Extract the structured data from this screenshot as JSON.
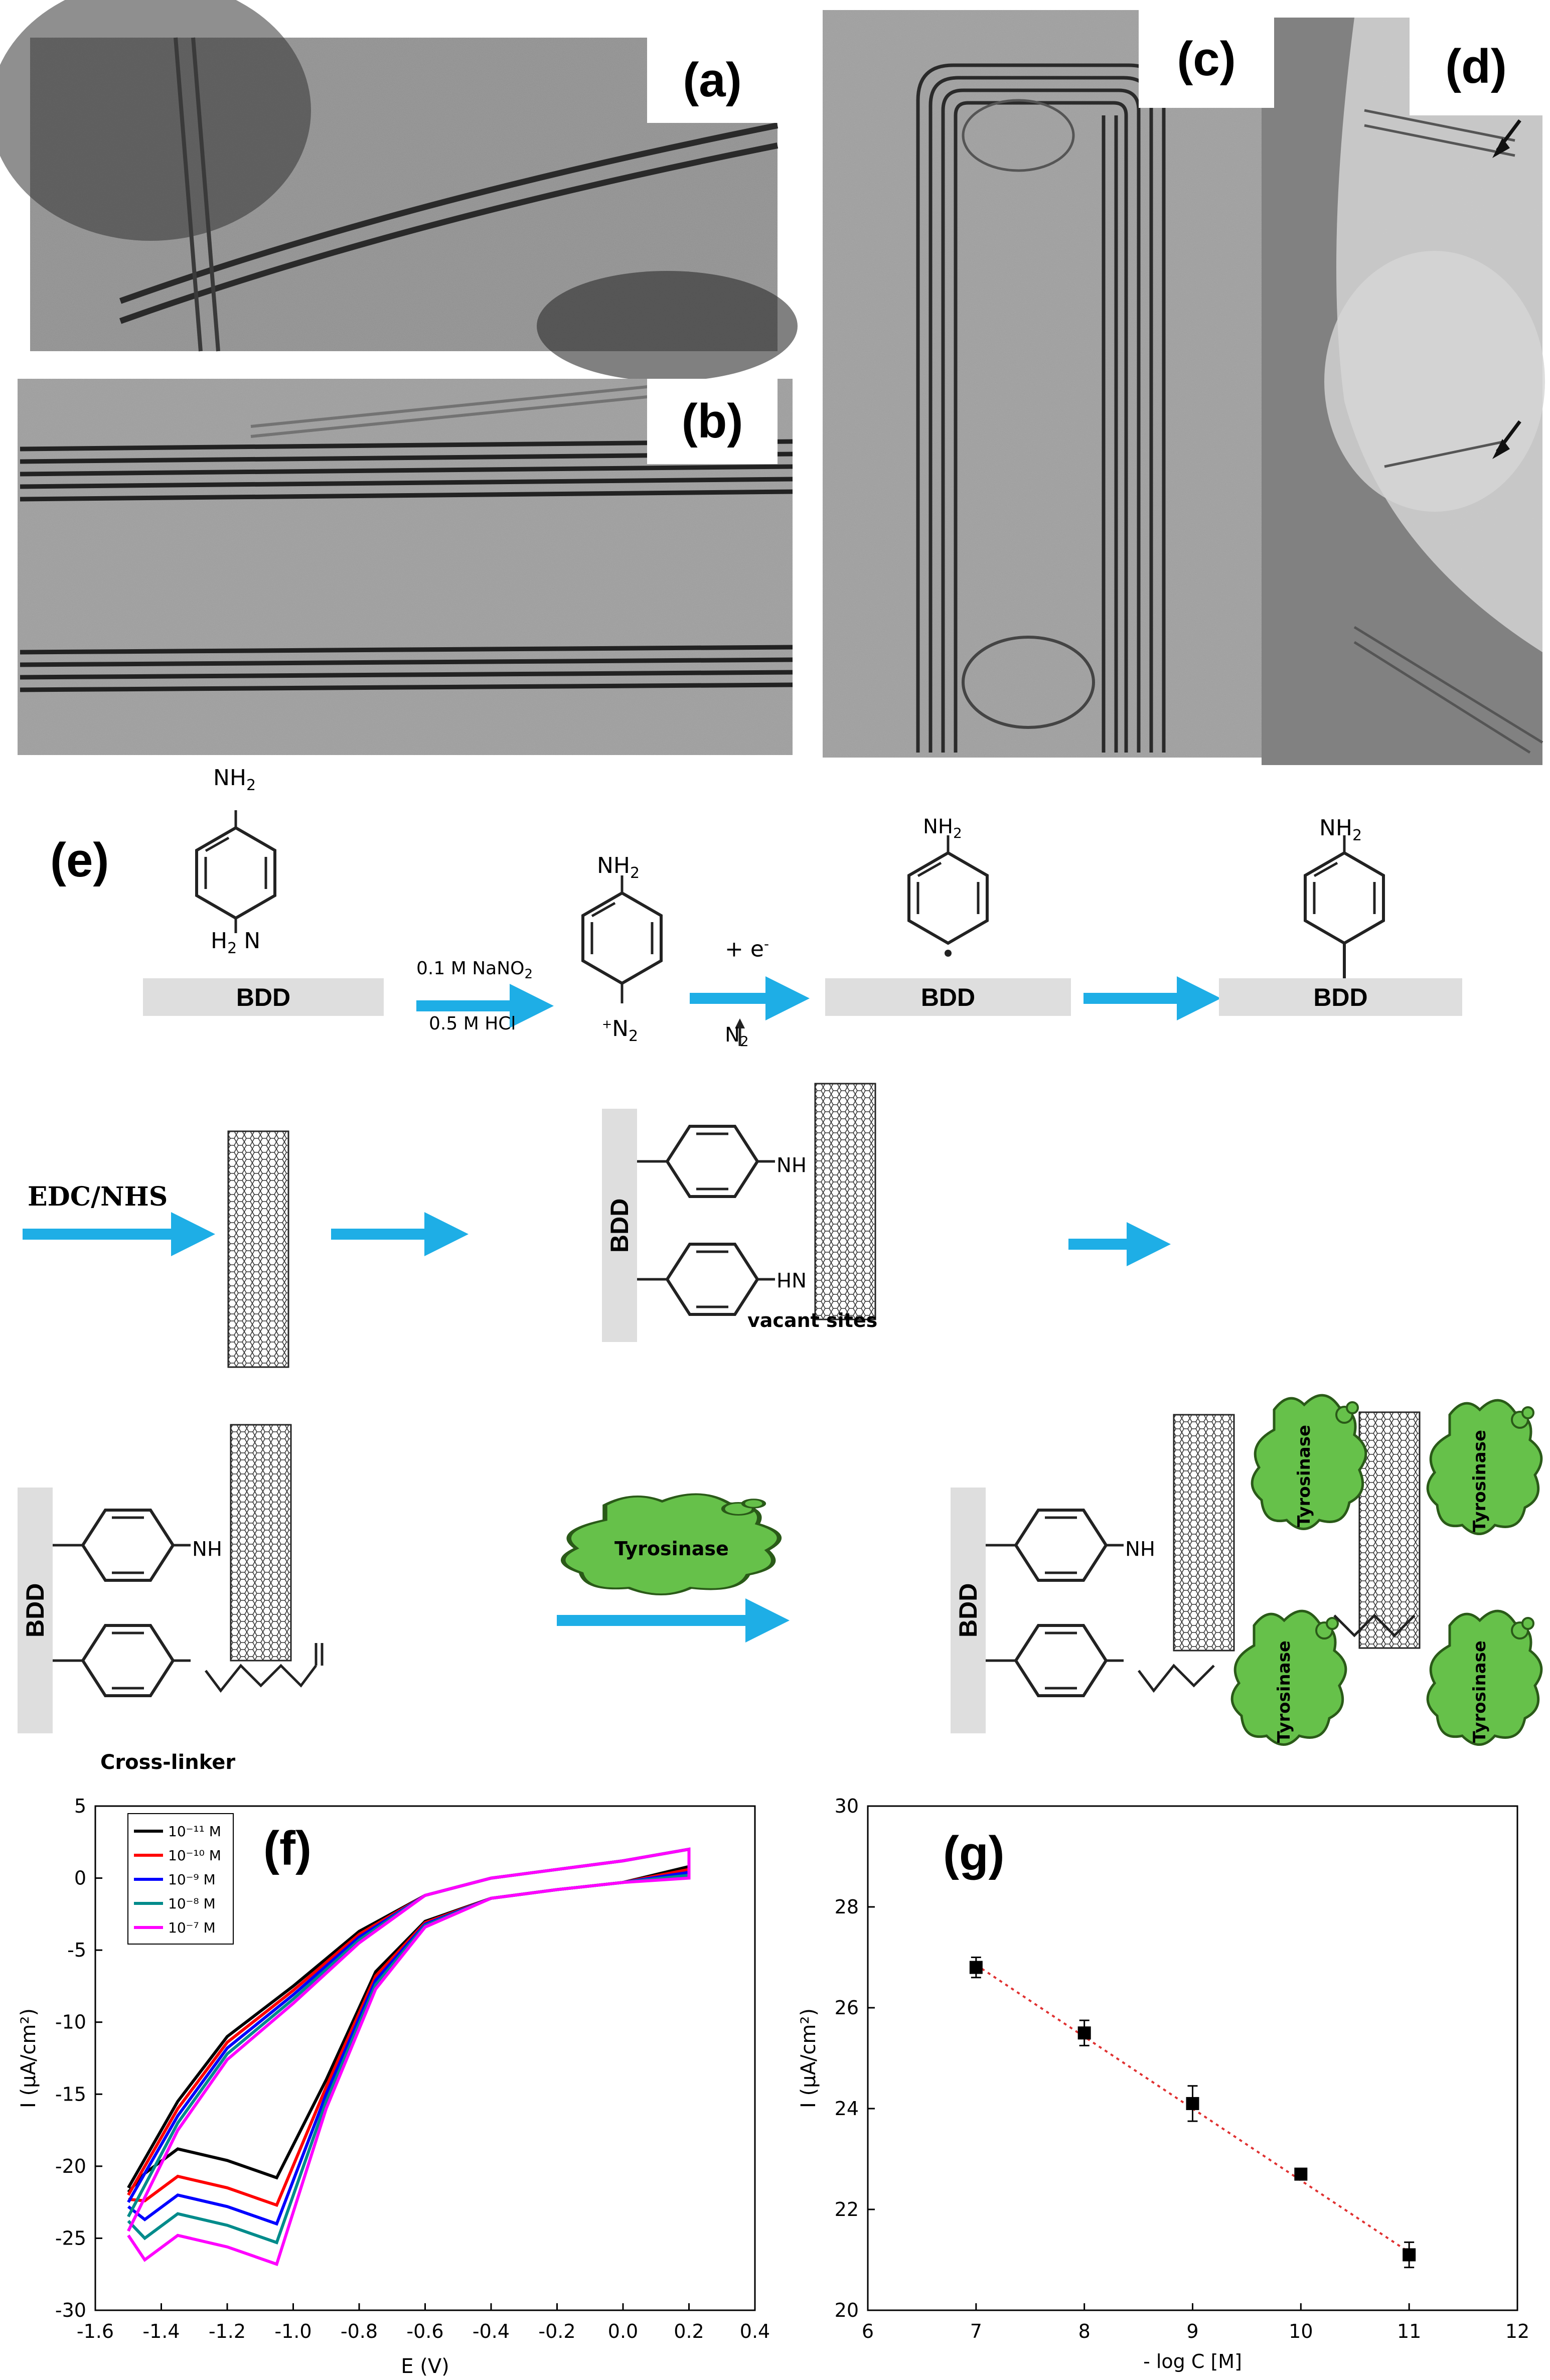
{
  "panels": {
    "a": "(a)",
    "b": "(b)",
    "c": "(c)",
    "d": "(d)",
    "e": "(e)",
    "f": "(f)",
    "g": "(g)"
  },
  "scheme": {
    "nh2": "NH",
    "nh2_sub": "2",
    "h2n": "H",
    "h2n_sub": "2",
    "h2n_n": "N",
    "bdd": "BDD",
    "reagent1": "0.1 M NaNO",
    "reagent1_sub": "2",
    "reagent2": "0.5 M HCl",
    "diazonium": "N",
    "diazonium_sub": "2",
    "electron": "+ e",
    "electron_sup": "-",
    "n2_release": "N",
    "n2_release_sub": "2",
    "edc_nhs": "EDC/NHS",
    "vacant_sites": "vacant sites",
    "hn": "HN",
    "tyrosinase": "Tyrosinase",
    "cross_linker": "Cross-linker"
  },
  "chart_data": [
    {
      "panel": "f",
      "type": "line",
      "xlabel": "E (V)",
      "ylabel": "I (µA/cm²)",
      "xlim": [
        -1.6,
        0.4
      ],
      "ylim": [
        -30,
        5
      ],
      "xticks": [
        "-1.6",
        "-1.4",
        "-1.2",
        "-1.0",
        "-0.8",
        "-0.6",
        "-0.4",
        "-0.2",
        "0.0",
        "0.2",
        "0.4"
      ],
      "yticks": [
        "5",
        "0",
        "-5",
        "-10",
        "-15",
        "-20",
        "-25",
        "-30"
      ],
      "legend_position": "top-left",
      "series": [
        {
          "name": "10⁻¹¹ M",
          "color": "#000000",
          "peak": -20.8,
          "upper_at_-1.5": -21.5
        },
        {
          "name": "10⁻¹⁰ M",
          "color": "#ff0000",
          "peak": -22.7,
          "upper_at_-1.5": -22.0
        },
        {
          "name": "10⁻⁹ M",
          "color": "#0000ff",
          "peak": -24.0,
          "upper_at_-1.5": -22.5
        },
        {
          "name": "10⁻⁸ M",
          "color": "#008b8b",
          "peak": -25.3,
          "upper_at_-1.5": -23.5
        },
        {
          "name": "10⁻⁷ M",
          "color": "#ff00ff",
          "peak": -26.8,
          "upper_at_-1.5": -24.5
        }
      ]
    },
    {
      "panel": "g",
      "type": "scatter",
      "xlabel": "- log C [M]",
      "ylabel": "I (µA/cm²)",
      "xlim": [
        6,
        12
      ],
      "ylim": [
        20,
        30
      ],
      "xticks": [
        "6",
        "7",
        "8",
        "9",
        "10",
        "11",
        "12"
      ],
      "yticks": [
        "20",
        "22",
        "24",
        "26",
        "28",
        "30"
      ],
      "x": [
        7,
        8,
        9,
        10,
        11
      ],
      "y": [
        26.8,
        25.5,
        24.1,
        22.7,
        21.1
      ],
      "yerr": [
        0.2,
        0.25,
        0.35,
        0.1,
        0.25
      ],
      "fit": {
        "color": "#e03030",
        "style": "dotted",
        "from": [
          7,
          26.85
        ],
        "to": [
          11,
          21.15
        ]
      }
    }
  ]
}
